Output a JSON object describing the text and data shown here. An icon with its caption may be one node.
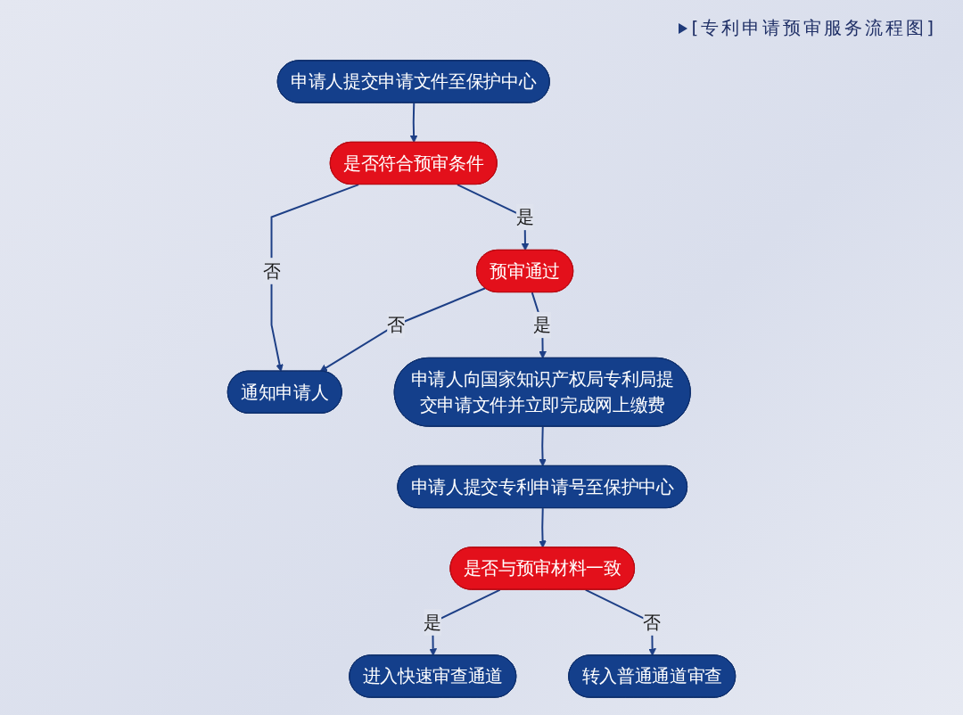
{
  "diagram": {
    "title": "[专利申请预审服务流程图]",
    "nodes": [
      {
        "text": [
          "申请人提交申请文件至保护中心"
        ]
      },
      {
        "text": [
          "是否符合预审条件"
        ]
      },
      {
        "text": [
          "预审通过"
        ]
      },
      {
        "text": [
          "通知申请人"
        ]
      },
      {
        "text": [
          "申请人向国家知识产权局专利局提交申请文件并立即完成网上缴费"
        ]
      },
      {
        "text": [
          "申请人提交专利申请号至保护中心"
        ]
      },
      {
        "text": [
          "是否与预审材料一致"
        ]
      },
      {
        "text": [
          "进入快速审查通道"
        ]
      },
      {
        "text": [
          "转入普通通道审查"
        ]
      }
    ],
    "edges": [
      {
        "from": 0,
        "to": 1,
        "arrow": "to"
      },
      {
        "from": 1,
        "to": 2,
        "label": "是",
        "arrow": "to"
      },
      {
        "from": 1,
        "to": 3,
        "label": "否",
        "arrow": "to"
      },
      {
        "from": 2,
        "to": 4,
        "label": "是",
        "arrow": "to"
      },
      {
        "from": 2,
        "to": 3,
        "label": "否",
        "arrow": "to"
      },
      {
        "from": 4,
        "to": 5,
        "arrow": "to"
      },
      {
        "from": 5,
        "to": 6,
        "arrow": "to"
      },
      {
        "from": 6,
        "to": 7,
        "label": "是",
        "arrow": "to"
      },
      {
        "from": 6,
        "to": 8,
        "label": "否",
        "arrow": "to"
      }
    ]
  }
}
